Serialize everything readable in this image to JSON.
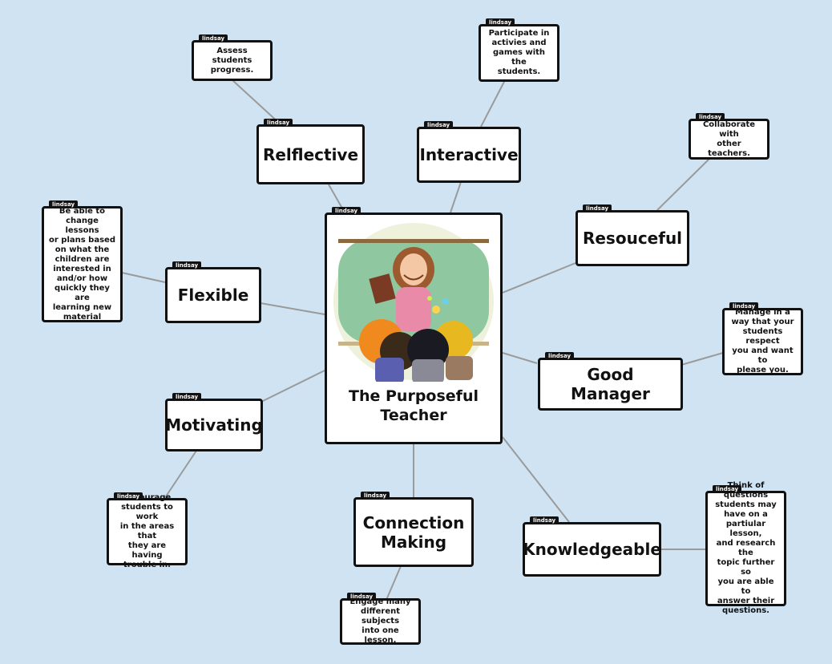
{
  "author_tag": "lindsay",
  "center": {
    "title_line1": "The Purposeful",
    "title_line2": "Teacher",
    "image": "teacher-with-children-illustration"
  },
  "nodes": {
    "relflective": "Relflective",
    "interactive": "Interactive",
    "resouceful": "Resouceful",
    "flexible": "Flexible",
    "good_manager": "Good Manager",
    "motivating": "Motivating",
    "connection_l1": "Connection",
    "connection_l2": "Making",
    "knowledgeable": "Knowledgeable"
  },
  "notes": {
    "assess": [
      "Assess students",
      "progress."
    ],
    "participate": [
      "Participate in",
      "activies and",
      "games with the",
      "students."
    ],
    "collaborate": [
      "Collaborate with",
      "other teachers."
    ],
    "change": [
      "Be able to",
      "change lessons",
      "or plans based",
      "on what the",
      "children are",
      "interested in",
      "and/or how",
      "quickly they are",
      "learning new",
      "material"
    ],
    "manage": [
      "Manage in a",
      "way that your",
      "students respect",
      "you and want to",
      "please you."
    ],
    "encourage": [
      "Encourage",
      "students to work",
      "in the areas that",
      "they are having",
      "trouble in."
    ],
    "engage": [
      "Engage many",
      "different subjects",
      "into one lesson."
    ],
    "think": [
      "Think of",
      "questions",
      "students may",
      "have on a",
      "partiular lesson,",
      "and research the",
      "topic further so",
      "you are able to",
      "answer their",
      "questions."
    ]
  },
  "colors": {
    "background": "#cfe3f2",
    "card_border": "#111111",
    "connector": "#9a9a9a",
    "board": "#8fc8a0"
  }
}
